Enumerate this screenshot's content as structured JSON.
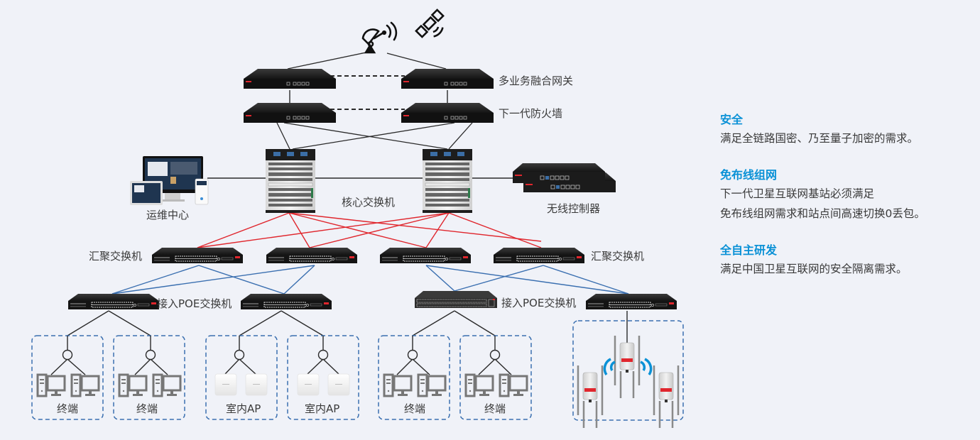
{
  "colors": {
    "background": "#f0f2f8",
    "accent_blue": "#0a91d6",
    "core_link_red": "#e0262d",
    "agg_link_blue": "#3a6fb0",
    "black_link": "#2a2a2a",
    "dashed_group": "#3a6fb0",
    "wifi_blue": "#0a91d6"
  },
  "diagram": {
    "icons": {
      "satellite_dish": "satellite-dish-icon",
      "satellite": "satellite-icon"
    },
    "labels": {
      "gateway": "多业务融合网关",
      "firewall": "下一代防火墙",
      "core_switch": "核心交换机",
      "ops_center": "运维中心",
      "wireless_controller": "无线控制器",
      "aggregation_switch_left": "汇聚交换机",
      "aggregation_switch_right": "汇聚交换机",
      "access_poe_left": "接入POE交换机",
      "access_poe_right": "接入POE交换机"
    },
    "groups": [
      {
        "label": "终端",
        "type": "terminal"
      },
      {
        "label": "终端",
        "type": "terminal"
      },
      {
        "label": "室内AP",
        "type": "indoor-ap"
      },
      {
        "label": "室内AP",
        "type": "indoor-ap"
      },
      {
        "label": "终端",
        "type": "terminal"
      },
      {
        "label": "终端",
        "type": "terminal"
      },
      {
        "label": "",
        "type": "outdoor-ap"
      }
    ]
  },
  "features": [
    {
      "title": "安全",
      "lines": [
        "满足全链路国密、乃至量子加密的需求。"
      ]
    },
    {
      "title": "免布线组网",
      "lines": [
        "下一代卫星互联网基站必须满足",
        "免布线组网需求和站点间高速切换0丢包。"
      ]
    },
    {
      "title": "全自主研发",
      "lines": [
        "满足中国卫星互联网的安全隔离需求。"
      ]
    }
  ]
}
